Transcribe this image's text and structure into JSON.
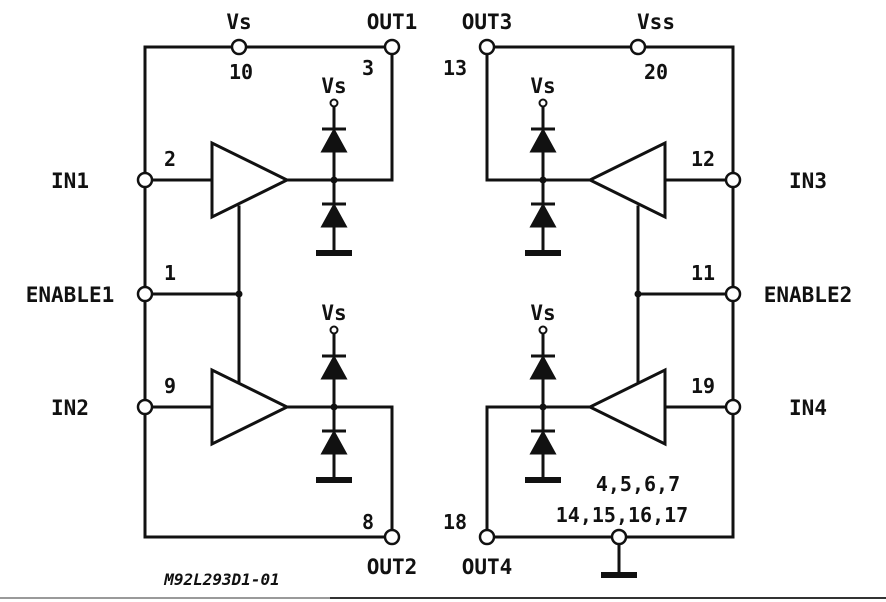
{
  "terminals": {
    "vs_top": "Vs",
    "out1": "OUT1",
    "out3": "OUT3",
    "vss": "Vss",
    "in1": "IN1",
    "in3": "IN3",
    "enable1": "ENABLE1",
    "enable2": "ENABLE2",
    "in2": "IN2",
    "in4": "IN4",
    "out2": "OUT2",
    "out4": "OUT4"
  },
  "pins": {
    "vs_top": "10",
    "out1": "3",
    "out3": "13",
    "vss": "20",
    "in1": "2",
    "in3": "12",
    "enable1": "1",
    "enable2": "11",
    "in2": "9",
    "in4": "19",
    "out2": "8",
    "out4": "18",
    "gnd_line1": "4,5,6,7",
    "gnd_line2": "14,15,16,17"
  },
  "supply_labels": {
    "diode_supply": "Vs"
  },
  "part_code": "M92L293D1-01"
}
